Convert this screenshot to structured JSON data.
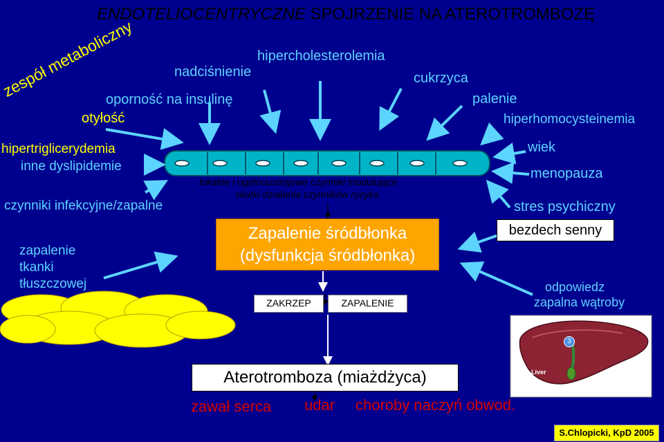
{
  "title": {
    "italic_part": "ENDOTELIOCENTRYCZNE",
    "rest": " SPOJRZENIE NA ATEROTROMBOZĘ"
  },
  "rotated_label": "zespół metaboliczny",
  "risk_factors_top": {
    "hipercholesterolemia": "hipercholesterolemia",
    "nadcisnienie": "nadciśnienie",
    "opornosc": "oporność na insulinę",
    "otylosc": "otyłość",
    "cukrzyca": "cukrzyca",
    "palenie": "palenie",
    "hiperhomocysteinemia": "hiperhomocysteinemia"
  },
  "risk_factors_left": {
    "hipertriglicerydemia": "hipertriglicerydemia",
    "dyslipidemie": "inne dyslipidemie",
    "infekcyjne": "czynniki infekcyjne/zapalne",
    "zapalenie_tkanki": [
      "zapalenie",
      "tkanki",
      "tłuszczowej"
    ]
  },
  "risk_factors_right": {
    "wiek": "wiek",
    "menopauza": "menopauza",
    "stres": "stres psychiczny",
    "bezdech": "bezdech senny",
    "odpowiedz": [
      "odpowiedz",
      "zapalna wątroby"
    ]
  },
  "modulating_text": [
    "lokalne i ogólnoustrojowe czynniki modulujące",
    "skutki działania czynników ryzyka"
  ],
  "inflammation_box": [
    "Zapalenie śródbłonka",
    "(dysfunkcja śródbłonka)"
  ],
  "zakrzep": "ZAKRZEP",
  "zapalenie": "ZAPALENIE",
  "aterotromboza": "Aterotromboza (miażdżyca)",
  "outcomes": {
    "zawal": "zawał serca",
    "udar": "udar",
    "choroby": "choroby naczyń obwod."
  },
  "liver": {
    "label": "Liver",
    "badge": "3"
  },
  "credit": "S.Chlopicki, KpD 2005",
  "colors": {
    "background": "#00008e",
    "yellow": "#ffff00",
    "cyan": "#5dd3ff",
    "orange": "#ffa500",
    "red": "#d80000",
    "endothelium": "#00b4c8",
    "liver": "#8b2332"
  }
}
